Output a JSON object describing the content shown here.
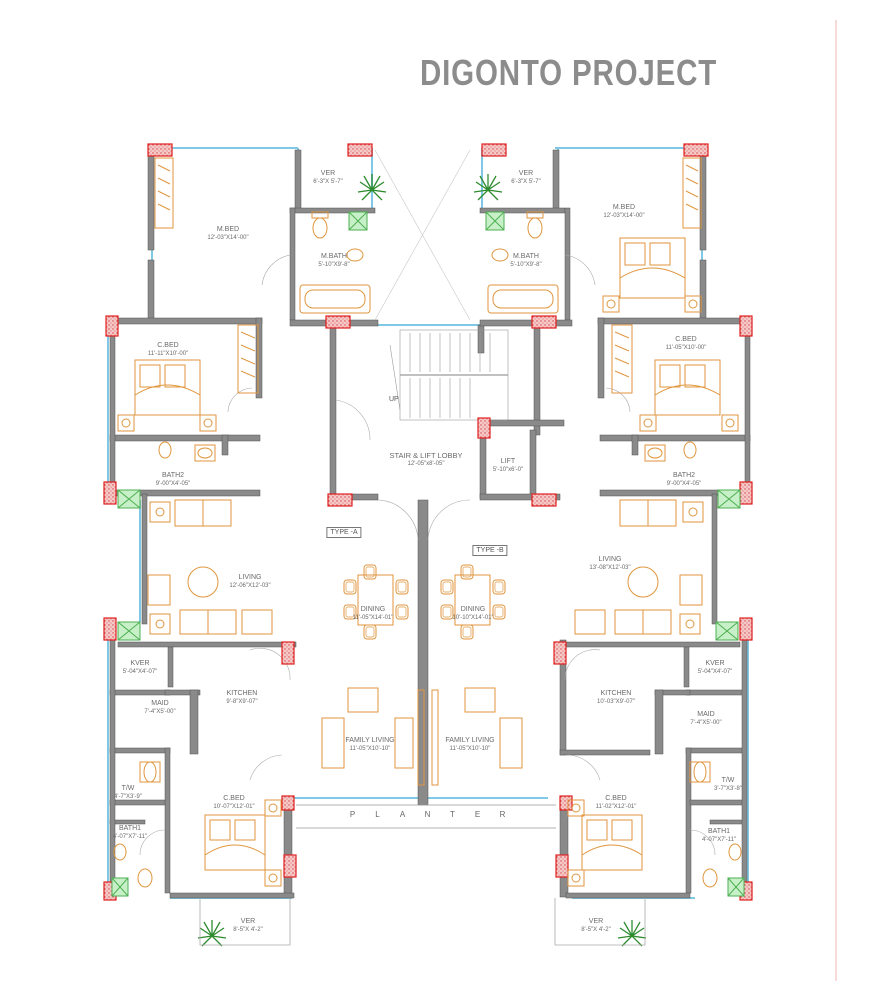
{
  "title": "DIGONTO PROJECT",
  "unit_tags": {
    "type_a": "TYPE -A",
    "type_b": "TYPE -B"
  },
  "planter": [
    "P",
    "L",
    "A",
    "N",
    "T",
    "E",
    "R"
  ],
  "stair_up": "UP",
  "colors": {
    "wall": "#888888",
    "glass": "#7fc9e6",
    "column_fill": "#f3c2c2",
    "column_border": "#e02020",
    "furniture": "#e0963e",
    "plant": "#2e8b2e",
    "shaft_fill": "#c8f0c8",
    "shaft_border": "#4caf50",
    "title": "#8c8c8c",
    "margin_line": "#f2b5b5"
  },
  "rooms": {
    "a_mbed": {
      "name": "M.BED",
      "dim": "12'-03\"X14'-00\""
    },
    "a_ver_top": {
      "name": "VER",
      "dim": "6'-3\"X 5'-7\""
    },
    "a_mbath": {
      "name": "M.BATH",
      "dim": "5'-10\"X9'-8\""
    },
    "a_cbed_top": {
      "name": "C.BED",
      "dim": "11'-11\"X10'-00\""
    },
    "a_bath2": {
      "name": "BATH2",
      "dim": "9'-00\"X4'-05\""
    },
    "a_living": {
      "name": "LIVING",
      "dim": "12'-06\"X12'-03\""
    },
    "a_dining": {
      "name": "DINING",
      "dim": "11'-05\"X14'-01\""
    },
    "a_kver": {
      "name": "KVER",
      "dim": "5'-04\"X4'-07\""
    },
    "a_maid": {
      "name": "MAID",
      "dim": "7'-4\"X5'-00\""
    },
    "a_kitchen": {
      "name": "KITCHEN",
      "dim": "9'-8\"X9'-07\""
    },
    "a_family": {
      "name": "FAMILY LIVING",
      "dim": "11'-05\"X10'-10\""
    },
    "a_tw": {
      "name": "T/W",
      "dim": "4'-7\"X3'-9\""
    },
    "a_bath1": {
      "name": "BATH1",
      "dim": "4'-07\"X7'-11\""
    },
    "a_cbed_bot": {
      "name": "C.BED",
      "dim": "10'-07\"X12'-01\""
    },
    "a_ver_bot": {
      "name": "VER",
      "dim": "8'-5\"X 4'-2\""
    },
    "lobby": {
      "name": "STAIR & LIFT LOBBY",
      "dim": "12'-05\"x8'-05\""
    },
    "lift": {
      "name": "LIFT",
      "dim": "5'-10\"x6'-0\""
    },
    "b_ver_top": {
      "name": "VER",
      "dim": "6'-3\"X 5'-7\""
    },
    "b_mbath": {
      "name": "M.BATH",
      "dim": "5'-10\"X9'-8\""
    },
    "b_mbed": {
      "name": "M.BED",
      "dim": "12'-03\"X14'-00\""
    },
    "b_cbed_top": {
      "name": "C.BED",
      "dim": "11'-05\"X10'-00\""
    },
    "b_bath2": {
      "name": "BATH2",
      "dim": "9'-00\"X4'-05\""
    },
    "b_living": {
      "name": "LIVING",
      "dim": "13'-08\"X12'-03\""
    },
    "b_dining": {
      "name": "DINING",
      "dim": "10'-10\"X14'-01\""
    },
    "b_kver": {
      "name": "KVER",
      "dim": "5'-04\"X4'-07\""
    },
    "b_kitchen": {
      "name": "KITCHEN",
      "dim": "10'-03\"X9'-07\""
    },
    "b_maid": {
      "name": "MAID",
      "dim": "7'-4\"X5'-00\""
    },
    "b_family": {
      "name": "FAMILY LIVING",
      "dim": "11'-05\"X10'-10\""
    },
    "b_tw": {
      "name": "T/W",
      "dim": "3'-7\"X3'-8\""
    },
    "b_bath1": {
      "name": "BATH1",
      "dim": "4'-07\"X7'-11\""
    },
    "b_cbed_bot": {
      "name": "C.BED",
      "dim": "11'-02\"X12'-01\""
    },
    "b_ver_bot": {
      "name": "VER",
      "dim": "8'-5\"X 4'-2\""
    }
  }
}
